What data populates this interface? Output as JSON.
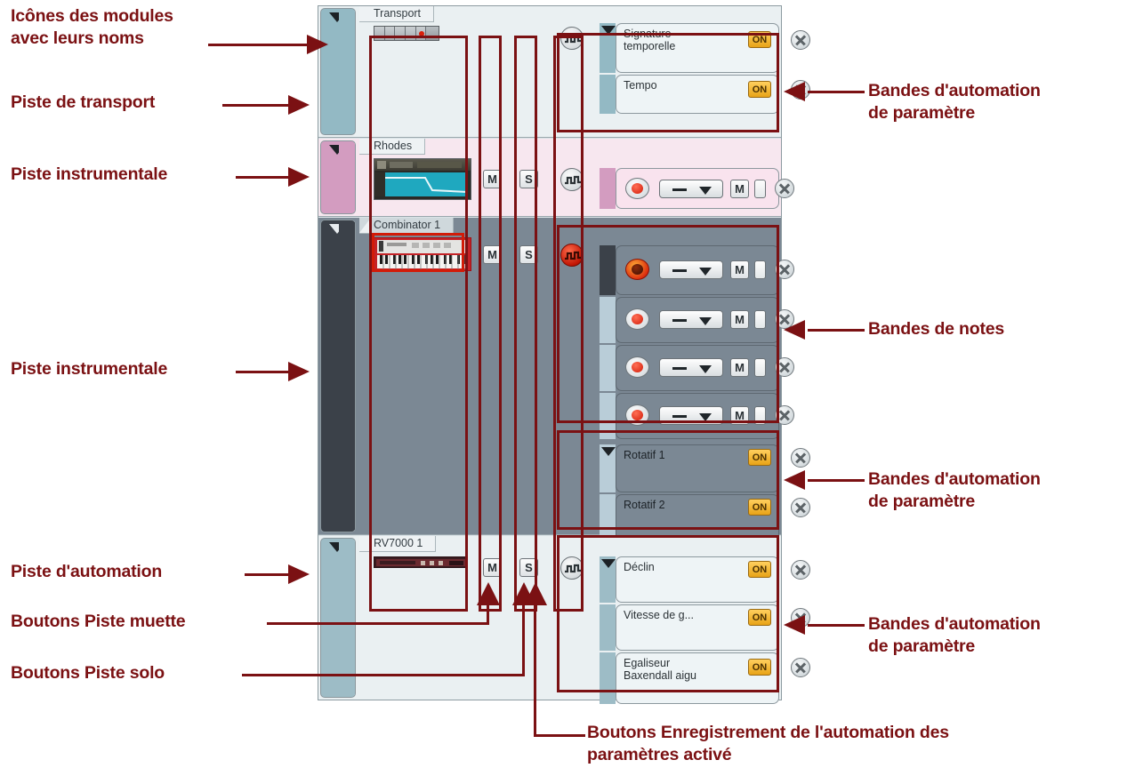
{
  "colors": {
    "annotation": "#7B1113",
    "transport_track": "#93b9c4",
    "rhodes_track": "#d39cc0",
    "combinator_track": "#3b4149",
    "rv7000_track": "#9dbcc6",
    "on_badge": "#e8a317",
    "record_red": "#d21b08",
    "panel_bg": "#d9e2e6"
  },
  "annotations": {
    "left": [
      {
        "id": "module-icons",
        "text": "Icônes des modules\navec leurs noms"
      },
      {
        "id": "transport-track",
        "text": "Piste de transport"
      },
      {
        "id": "instrument-track-1",
        "text": "Piste instrumentale"
      },
      {
        "id": "instrument-track-2",
        "text": "Piste instrumentale"
      },
      {
        "id": "automation-track",
        "text": "Piste d'automation"
      },
      {
        "id": "mute-buttons",
        "text": "Boutons Piste muette"
      },
      {
        "id": "solo-buttons",
        "text": "Boutons Piste solo"
      }
    ],
    "right": [
      {
        "id": "param-automation-lanes-1",
        "text": "Bandes d'automation\nde paramètre"
      },
      {
        "id": "note-lanes",
        "text": "Bandes de notes"
      },
      {
        "id": "param-automation-lanes-2",
        "text": "Bandes d'automation\nde paramètre"
      },
      {
        "id": "param-automation-lanes-3",
        "text": "Bandes d'automation\nde paramètre"
      }
    ],
    "bottom": {
      "id": "automation-record-buttons",
      "text": "Boutons Enregistrement de l'automation des\nparamètres activé"
    }
  },
  "sequencer": {
    "tracks": [
      {
        "name": "Transport",
        "type": "transport",
        "module_icon": "transport-module-icon",
        "has_mute": false,
        "has_solo": false,
        "automation_record_on": false,
        "lanes": [
          {
            "kind": "automation",
            "label": "Signature\ntemporelle",
            "on_label": "ON"
          },
          {
            "kind": "automation",
            "label": "Tempo",
            "on_label": "ON"
          }
        ]
      },
      {
        "name": "Rhodes",
        "type": "instrument",
        "module_icon": "rhodes-module-icon",
        "has_mute": true,
        "mute_label": "M",
        "has_solo": true,
        "solo_label": "S",
        "automation_record_on": false,
        "lanes": [
          {
            "kind": "note",
            "mute_label": "M",
            "armed": false
          }
        ]
      },
      {
        "name": "Combinator 1",
        "type": "instrument",
        "module_icon": "combinator-keyboard-icon",
        "has_mute": true,
        "mute_label": "M",
        "has_solo": true,
        "solo_label": "S",
        "automation_record_on": true,
        "lanes": [
          {
            "kind": "note",
            "mute_label": "M",
            "armed": true
          },
          {
            "kind": "note",
            "mute_label": "M",
            "armed": false
          },
          {
            "kind": "note",
            "mute_label": "M",
            "armed": false
          },
          {
            "kind": "note",
            "mute_label": "M",
            "armed": false
          },
          {
            "kind": "automation",
            "label": "Rotatif 1",
            "on_label": "ON"
          },
          {
            "kind": "automation",
            "label": "Rotatif 2",
            "on_label": "ON"
          }
        ]
      },
      {
        "name": "RV7000 1",
        "type": "automation",
        "module_icon": "rv7000-module-icon",
        "has_mute": true,
        "mute_label": "M",
        "has_solo": true,
        "solo_label": "S",
        "automation_record_on": false,
        "lanes": [
          {
            "kind": "automation",
            "label": "Déclin",
            "on_label": "ON"
          },
          {
            "kind": "automation",
            "label": "Vitesse de g...",
            "on_label": "ON"
          },
          {
            "kind": "automation",
            "label": "Egaliseur\nBaxendall aigu",
            "on_label": "ON"
          }
        ]
      }
    ],
    "transport_buttons": [
      "rewind-icon",
      "fast-forward-icon",
      "stop-icon",
      "play-icon",
      "record-icon",
      "loop-icon"
    ]
  }
}
